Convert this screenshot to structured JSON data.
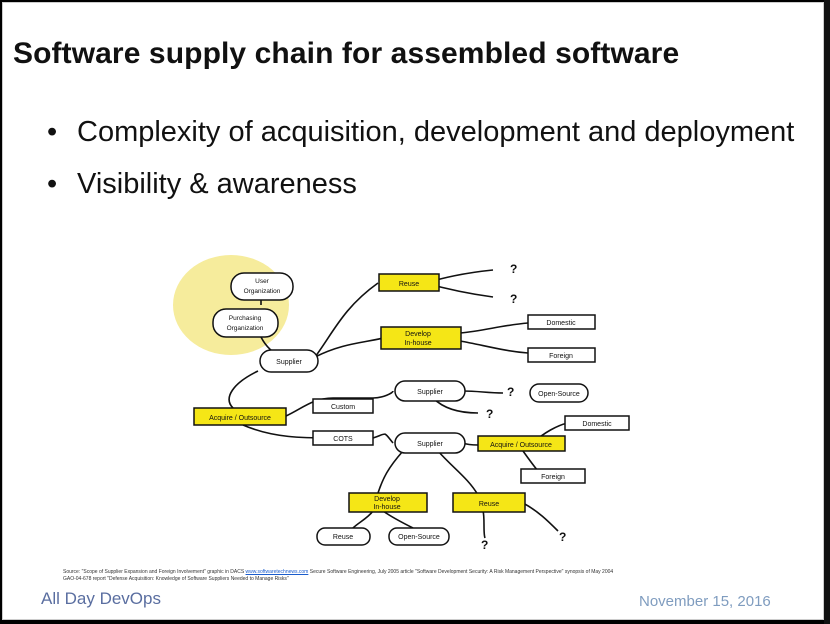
{
  "slide": {
    "title": "Software supply chain for assembled software",
    "bullets": [
      "Complexity of acquisition, development and deployment",
      "Visibility & awareness"
    ],
    "bullet_char": "•",
    "source_line1_pre": "Source: \"Scope of Supplier Expansion and Foreign Involvement\" graphic in DACS",
    "source_link": "www.softwaretechnews.com",
    "source_line1_post": "Secure Software Engineering, July 2005 article \"Software Development Security: A Risk Management Perspective\" synopsis of May 2004",
    "source_line2": "GAO-04-678 report \"Defense Acquisition: Knowledge of Software Suppliers Needed to Manage Risks\"",
    "logo": "All Day DevOps",
    "date": "November 15, 2016"
  },
  "diagram": {
    "user_org": [
      "User",
      "Organization"
    ],
    "purchasing_org": [
      "Purchasing",
      "Organization"
    ],
    "supplier": "Supplier",
    "reuse": "Reuse",
    "develop_inhouse": [
      "Develop",
      "In-house"
    ],
    "domestic": "Domestic",
    "foreign": "Foreign",
    "acquire_outsource": "Acquire / Outsource",
    "custom": "Custom",
    "cots": "COTS",
    "open_source": "Open-Source",
    "question": "?",
    "colors": {
      "highlight": "#f5e616",
      "halo": "#f6ec9c",
      "stroke": "#111111"
    }
  }
}
